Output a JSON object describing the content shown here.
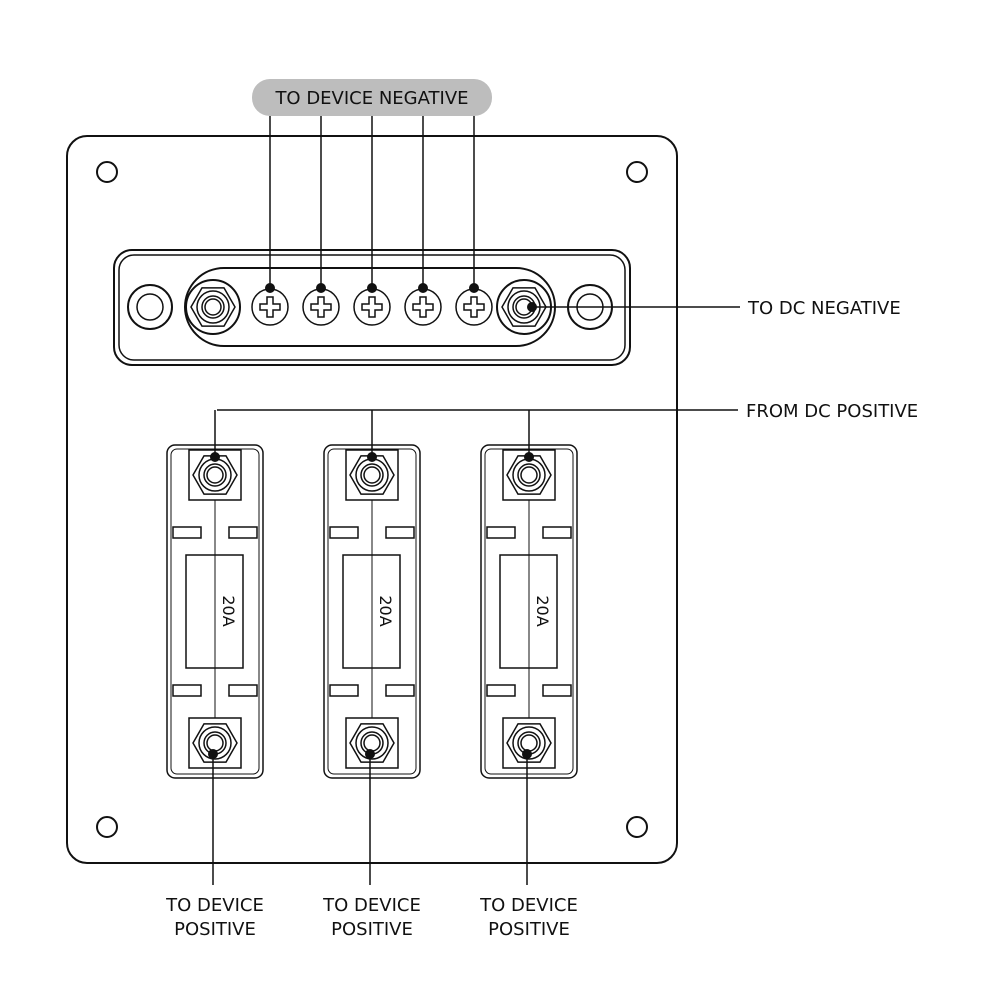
{
  "labels": {
    "device_negative": "TO DEVICE NEGATIVE",
    "dc_negative": "TO DC NEGATIVE",
    "dc_positive": "FROM DC POSITIVE",
    "device_positive": [
      {
        "line1": "TO DEVICE",
        "line2": "POSITIVE"
      },
      {
        "line1": "TO DEVICE",
        "line2": "POSITIVE"
      },
      {
        "line1": "TO DEVICE",
        "line2": "POSITIVE"
      }
    ]
  },
  "fuses": [
    {
      "rating": "20A"
    },
    {
      "rating": "20A"
    },
    {
      "rating": "20A"
    }
  ],
  "bus_bar": {
    "screw_count": 5
  },
  "colors": {
    "pill": "#bdbdbd",
    "line": "#111111"
  }
}
